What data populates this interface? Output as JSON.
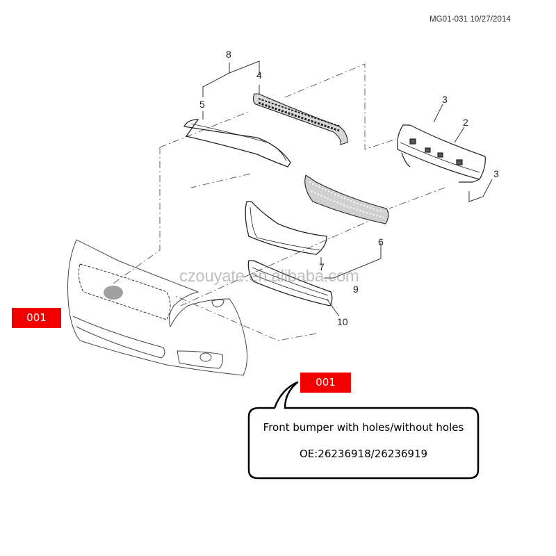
{
  "header": {
    "reference": "MG01-031 10/27/2014"
  },
  "callout_numbers": [
    {
      "id": "8",
      "label": "8"
    },
    {
      "id": "4",
      "label": "4"
    },
    {
      "id": "5",
      "label": "5"
    },
    {
      "id": "3a",
      "label": "3"
    },
    {
      "id": "2",
      "label": "2"
    },
    {
      "id": "3b",
      "label": "3"
    },
    {
      "id": "6",
      "label": "6"
    },
    {
      "id": "7",
      "label": "7"
    },
    {
      "id": "9",
      "label": "9"
    },
    {
      "id": "10",
      "label": "10"
    }
  ],
  "part_labels": {
    "bumper_tag": "001",
    "callout_tag": "001"
  },
  "watermark": "czouyate.en.alibaba.com",
  "callout": {
    "title": "Front bumper with holes/without holes",
    "oe_numbers": "OE:26236918/26236919"
  },
  "colors": {
    "label_red": "#f20000",
    "line": "#333333",
    "background": "#ffffff"
  }
}
